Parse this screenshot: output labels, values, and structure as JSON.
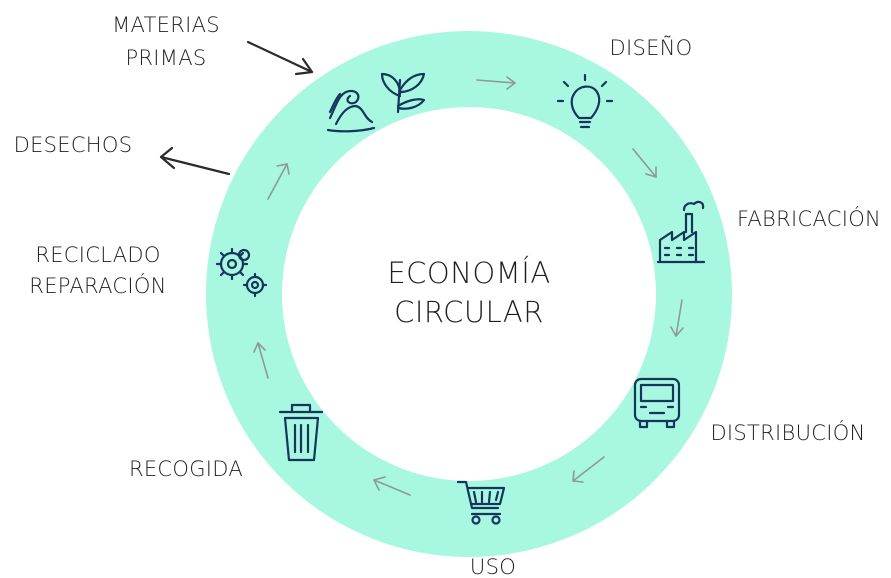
{
  "center": {
    "line1": "ECONOMÍA",
    "line2": "CIRCULAR"
  },
  "labels": {
    "materias_primas_1": "MATERIAS",
    "materias_primas_2": "PRIMAS",
    "diseno": "DISEÑO",
    "fabricacion": "FABRICACIÓN",
    "distribucion": "DISTRIBUCIÓN",
    "uso": "USO",
    "recogida": "RECOGIDA",
    "reciclado_1": "RECICLADO",
    "reciclado_2": "REPARACIÓN",
    "desechos": "DESECHOS"
  },
  "colors": {
    "ring": "#a8f7e0",
    "icon": "#14365a",
    "flow_arrow": "#8e9a96",
    "external_arrow": "#2b2b2b"
  },
  "icons": {
    "materias_primas": [
      "wave-icon",
      "plant-icon"
    ],
    "diseno": "lightbulb-icon",
    "fabricacion": "factory-icon",
    "distribucion": "truck-icon",
    "uso": "shopping-cart-icon",
    "recogida": "trash-bin-icon",
    "reciclado": "gears-icon"
  }
}
